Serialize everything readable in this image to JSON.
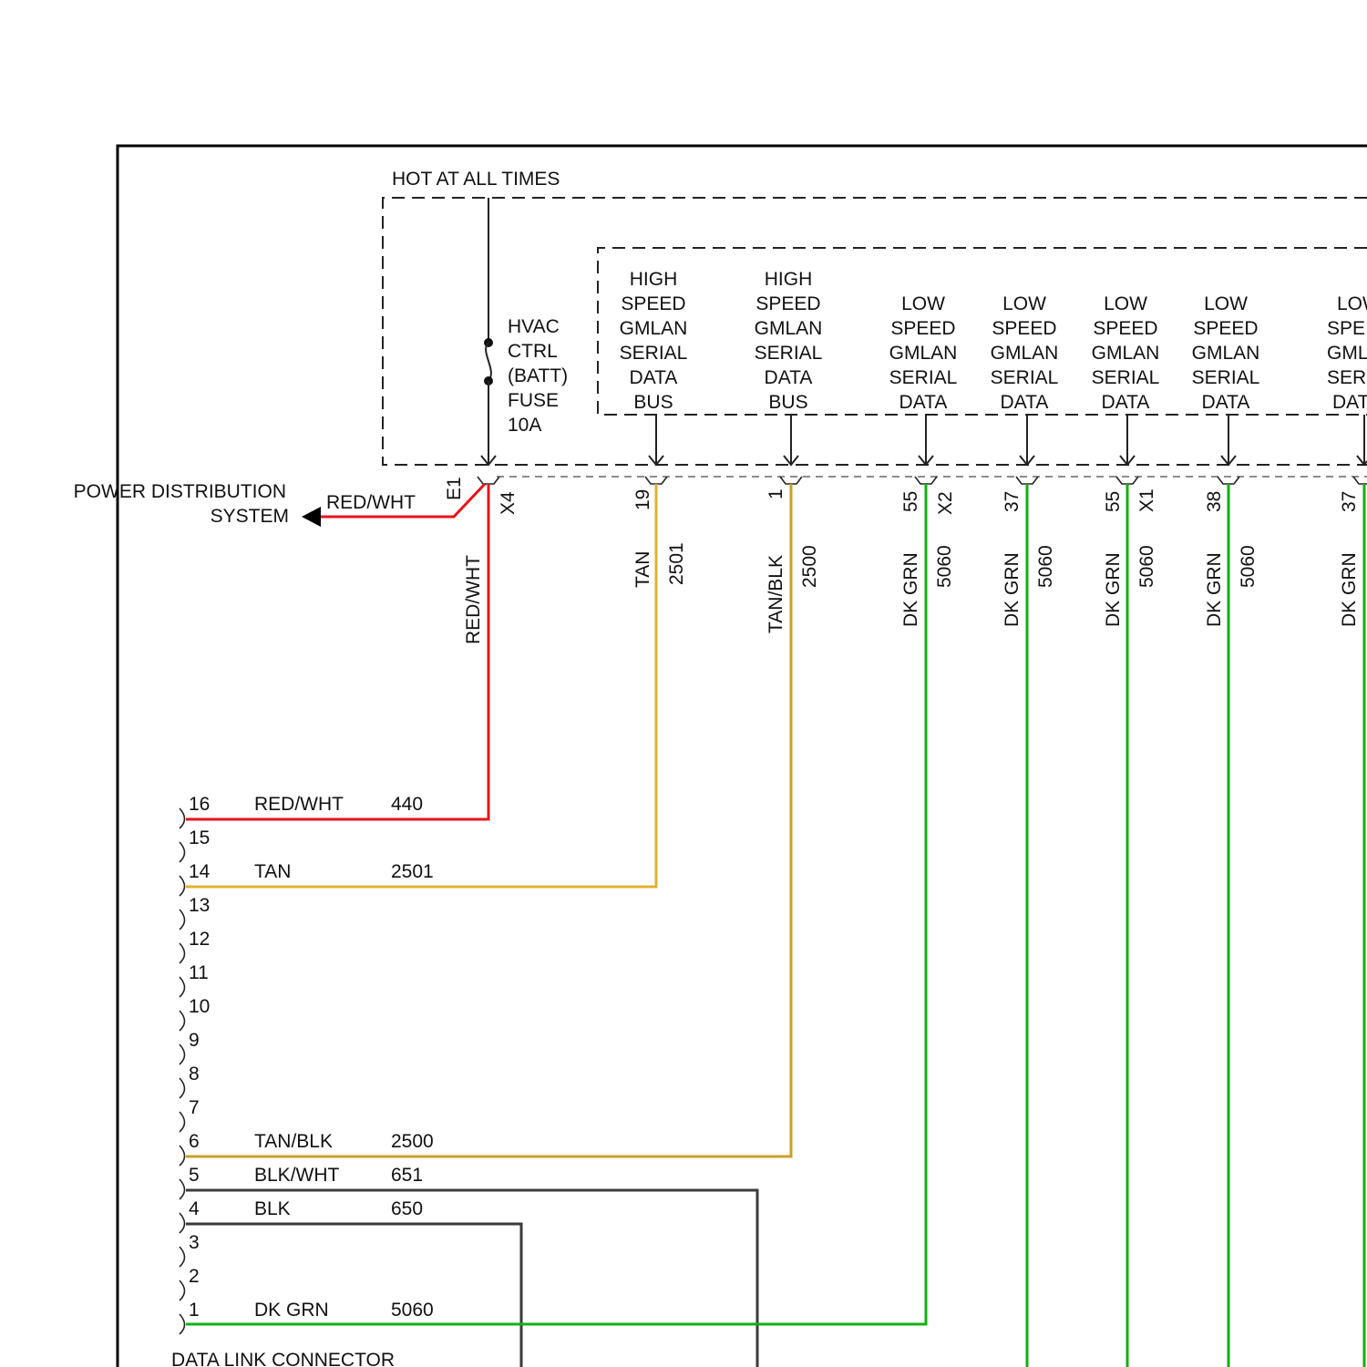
{
  "colors": {
    "red_wht": "#e8141c",
    "tan": "#e0b030",
    "tan_blk": "#c8a028",
    "blk_wht": "#3c3c3c",
    "blk": "#3a3a3a",
    "dk_grn": "#12b012"
  },
  "fuse_block": {
    "title": "HOT AT ALL TIMES",
    "fuse_label": [
      "HVAC",
      "CTRL",
      "(BATT)",
      "FUSE",
      "10A"
    ]
  },
  "data_bus_boxes": [
    {
      "lines": [
        "HIGH",
        "SPEED",
        "GMLAN",
        "SERIAL",
        "DATA",
        "BUS"
      ]
    },
    {
      "lines": [
        "HIGH",
        "SPEED",
        "GMLAN",
        "SERIAL",
        "DATA",
        "BUS"
      ]
    },
    {
      "lines": [
        "LOW",
        "SPEED",
        "GMLAN",
        "SERIAL",
        "DATA"
      ]
    },
    {
      "lines": [
        "LOW",
        "SPEED",
        "GMLAN",
        "SERIAL",
        "DATA"
      ]
    },
    {
      "lines": [
        "LOW",
        "SPEED",
        "GMLAN",
        "SERIAL",
        "DATA"
      ]
    },
    {
      "lines": [
        "LOW",
        "SPEED",
        "GMLAN",
        "SERIAL",
        "DATA"
      ]
    },
    {
      "lines": [
        "LOW",
        "SPE",
        "GML",
        "SER",
        "DAT"
      ]
    }
  ],
  "power_distribution": {
    "label_line1": "POWER DISTRIBUTION",
    "label_line2": "SYSTEM",
    "wire_color_label": "RED/WHT"
  },
  "connector_labels": {
    "e1": "E1",
    "x4": "X4",
    "x2": "X2",
    "x1": "X1"
  },
  "vertical_wires": [
    {
      "pin": "",
      "color_label": "RED/WHT",
      "circuit": "",
      "color_key": "red_wht"
    },
    {
      "pin": "19",
      "color_label": "TAN",
      "circuit": "2501",
      "color_key": "tan"
    },
    {
      "pin": "1",
      "color_label": "TAN/BLK",
      "circuit": "2500",
      "color_key": "tan_blk"
    },
    {
      "pin": "55",
      "color_label": "DK GRN",
      "circuit": "5060",
      "color_key": "dk_grn"
    },
    {
      "pin": "37",
      "color_label": "DK GRN",
      "circuit": "5060",
      "color_key": "dk_grn"
    },
    {
      "pin": "55",
      "color_label": "DK GRN",
      "circuit": "5060",
      "color_key": "dk_grn"
    },
    {
      "pin": "38",
      "color_label": "DK GRN",
      "circuit": "5060",
      "color_key": "dk_grn"
    },
    {
      "pin": "37",
      "color_label": "DK GRN",
      "circuit": "",
      "color_key": "dk_grn"
    }
  ],
  "data_link_connector": {
    "title": "DATA LINK CONNECTOR",
    "pins": [
      {
        "pin": "16",
        "color_label": "RED/WHT",
        "circuit": "440",
        "color_key": "red_wht"
      },
      {
        "pin": "15",
        "color_label": "",
        "circuit": "",
        "color_key": ""
      },
      {
        "pin": "14",
        "color_label": "TAN",
        "circuit": "2501",
        "color_key": "tan"
      },
      {
        "pin": "13",
        "color_label": "",
        "circuit": "",
        "color_key": ""
      },
      {
        "pin": "12",
        "color_label": "",
        "circuit": "",
        "color_key": ""
      },
      {
        "pin": "11",
        "color_label": "",
        "circuit": "",
        "color_key": ""
      },
      {
        "pin": "10",
        "color_label": "",
        "circuit": "",
        "color_key": ""
      },
      {
        "pin": "9",
        "color_label": "",
        "circuit": "",
        "color_key": ""
      },
      {
        "pin": "8",
        "color_label": "",
        "circuit": "",
        "color_key": ""
      },
      {
        "pin": "7",
        "color_label": "",
        "circuit": "",
        "color_key": ""
      },
      {
        "pin": "6",
        "color_label": "TAN/BLK",
        "circuit": "2500",
        "color_key": "tan_blk"
      },
      {
        "pin": "5",
        "color_label": "BLK/WHT",
        "circuit": "651",
        "color_key": "blk_wht"
      },
      {
        "pin": "4",
        "color_label": "BLK",
        "circuit": "650",
        "color_key": "blk"
      },
      {
        "pin": "3",
        "color_label": "",
        "circuit": "",
        "color_key": ""
      },
      {
        "pin": "2",
        "color_label": "",
        "circuit": "",
        "color_key": ""
      },
      {
        "pin": "1",
        "color_label": "DK GRN",
        "circuit": "5060",
        "color_key": "dk_grn"
      }
    ]
  }
}
